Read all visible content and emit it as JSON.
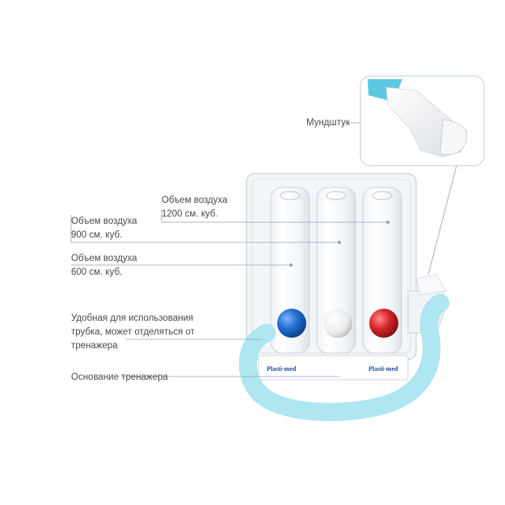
{
  "labels": {
    "mouthpiece": "Мундштук",
    "volume_1200": [
      "Объем воздуха",
      "1200 см. куб."
    ],
    "volume_900": [
      "Объем воздуха",
      "900 см. куб."
    ],
    "volume_600": [
      "Объем воздуха",
      "600 см. куб."
    ],
    "tube": [
      "Удобная для использования",
      "трубка, может отделяться от",
      "тренажера"
    ],
    "base": "Основание тренажера"
  },
  "brand_left": "Plasti-med",
  "brand_right": "Plasti-med",
  "colors": {
    "tube": "#7fd3e6",
    "ball_left": "#1f6fd0",
    "ball_middle": "#f2f2f2",
    "ball_right": "#d8262a",
    "leader_line": "#8fa3b8"
  }
}
